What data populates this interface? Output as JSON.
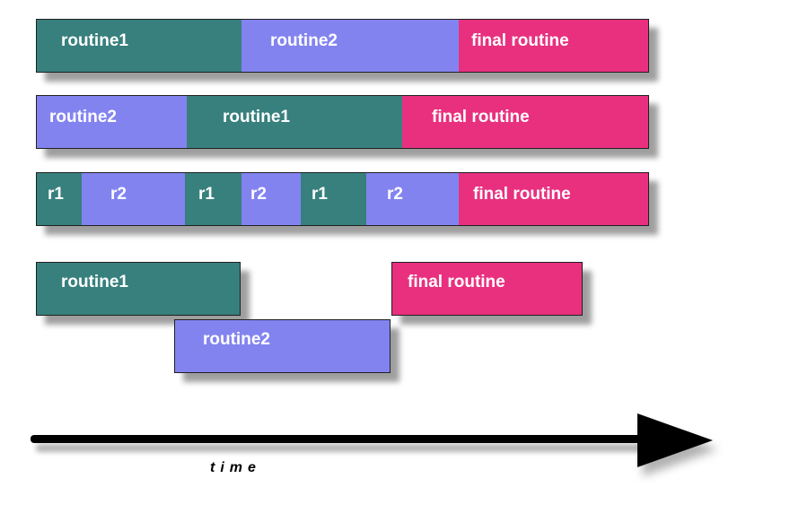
{
  "colors": {
    "routine1": "#37807d",
    "routine2": "#8383f0",
    "final": "#e8307f"
  },
  "row1": {
    "routine1": "routine1",
    "routine2": "routine2",
    "final": "final routine"
  },
  "row2": {
    "routine2": "routine2",
    "routine1": "routine1",
    "final": "final routine"
  },
  "row3": {
    "seg1": "r1",
    "seg2": "r2",
    "seg3": "r1",
    "seg4": "r2",
    "seg5": "r1",
    "seg6": "r2",
    "final": "final routine"
  },
  "parallel": {
    "routine1": "routine1",
    "routine2": "routine2",
    "final": "final routine"
  },
  "axis": {
    "label": "time",
    "icon": "arrow-right-icon"
  }
}
